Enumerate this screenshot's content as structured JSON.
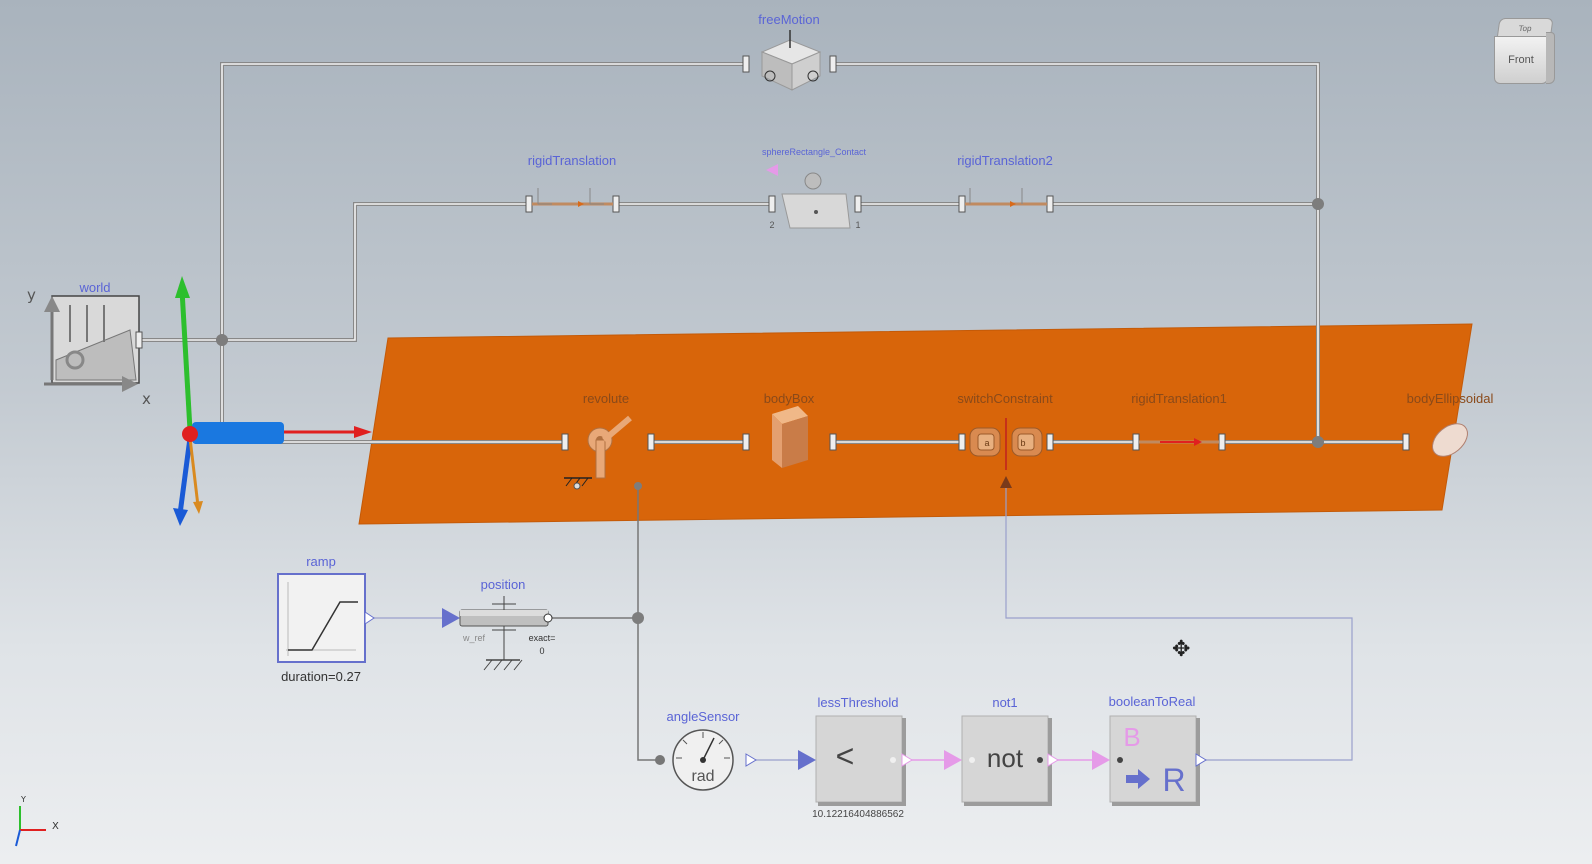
{
  "components": {
    "freeMotion": "freeMotion",
    "rigidTranslation": "rigidTranslation",
    "sphereContact": "sphereRectangle_Contact",
    "sphere_port2": "2",
    "sphere_port1": "1",
    "rigidTranslation2": "rigidTranslation2",
    "world": "world",
    "revolute": "revolute",
    "bodyBox": "bodyBox",
    "switchConstraint": "switchConstraint",
    "rigidTranslation1": "rigidTranslation1",
    "bodyEllipsoidal": "bodyEllipsoidal",
    "ramp": "ramp",
    "ramp_param": "duration=0.27",
    "position": "position",
    "position_wref": "w_ref",
    "position_exact": "exact=",
    "position_exact_val": "0",
    "angleSensor": "angleSensor",
    "angleSensor_unit": "rad",
    "lessThreshold": "lessThreshold",
    "lessThreshold_symbol": "<",
    "lessThreshold_value": "10.12216404886562",
    "not1": "not1",
    "not1_text": "not",
    "booleanToReal": "booleanToReal",
    "booleanToReal_B": "B",
    "booleanToReal_R": "R",
    "switch_a": "a",
    "switch_b": "b"
  },
  "axes": {
    "y": "y",
    "x": "x",
    "mini_y": "Y",
    "mini_x": "X"
  },
  "navcube": {
    "top": "Top",
    "front": "Front"
  },
  "colors": {
    "plane": "#d8650a",
    "label": "#5a64d6",
    "connector": "#f2f2f2",
    "signal": "#6670cc",
    "boolean": "#e59ae8"
  }
}
